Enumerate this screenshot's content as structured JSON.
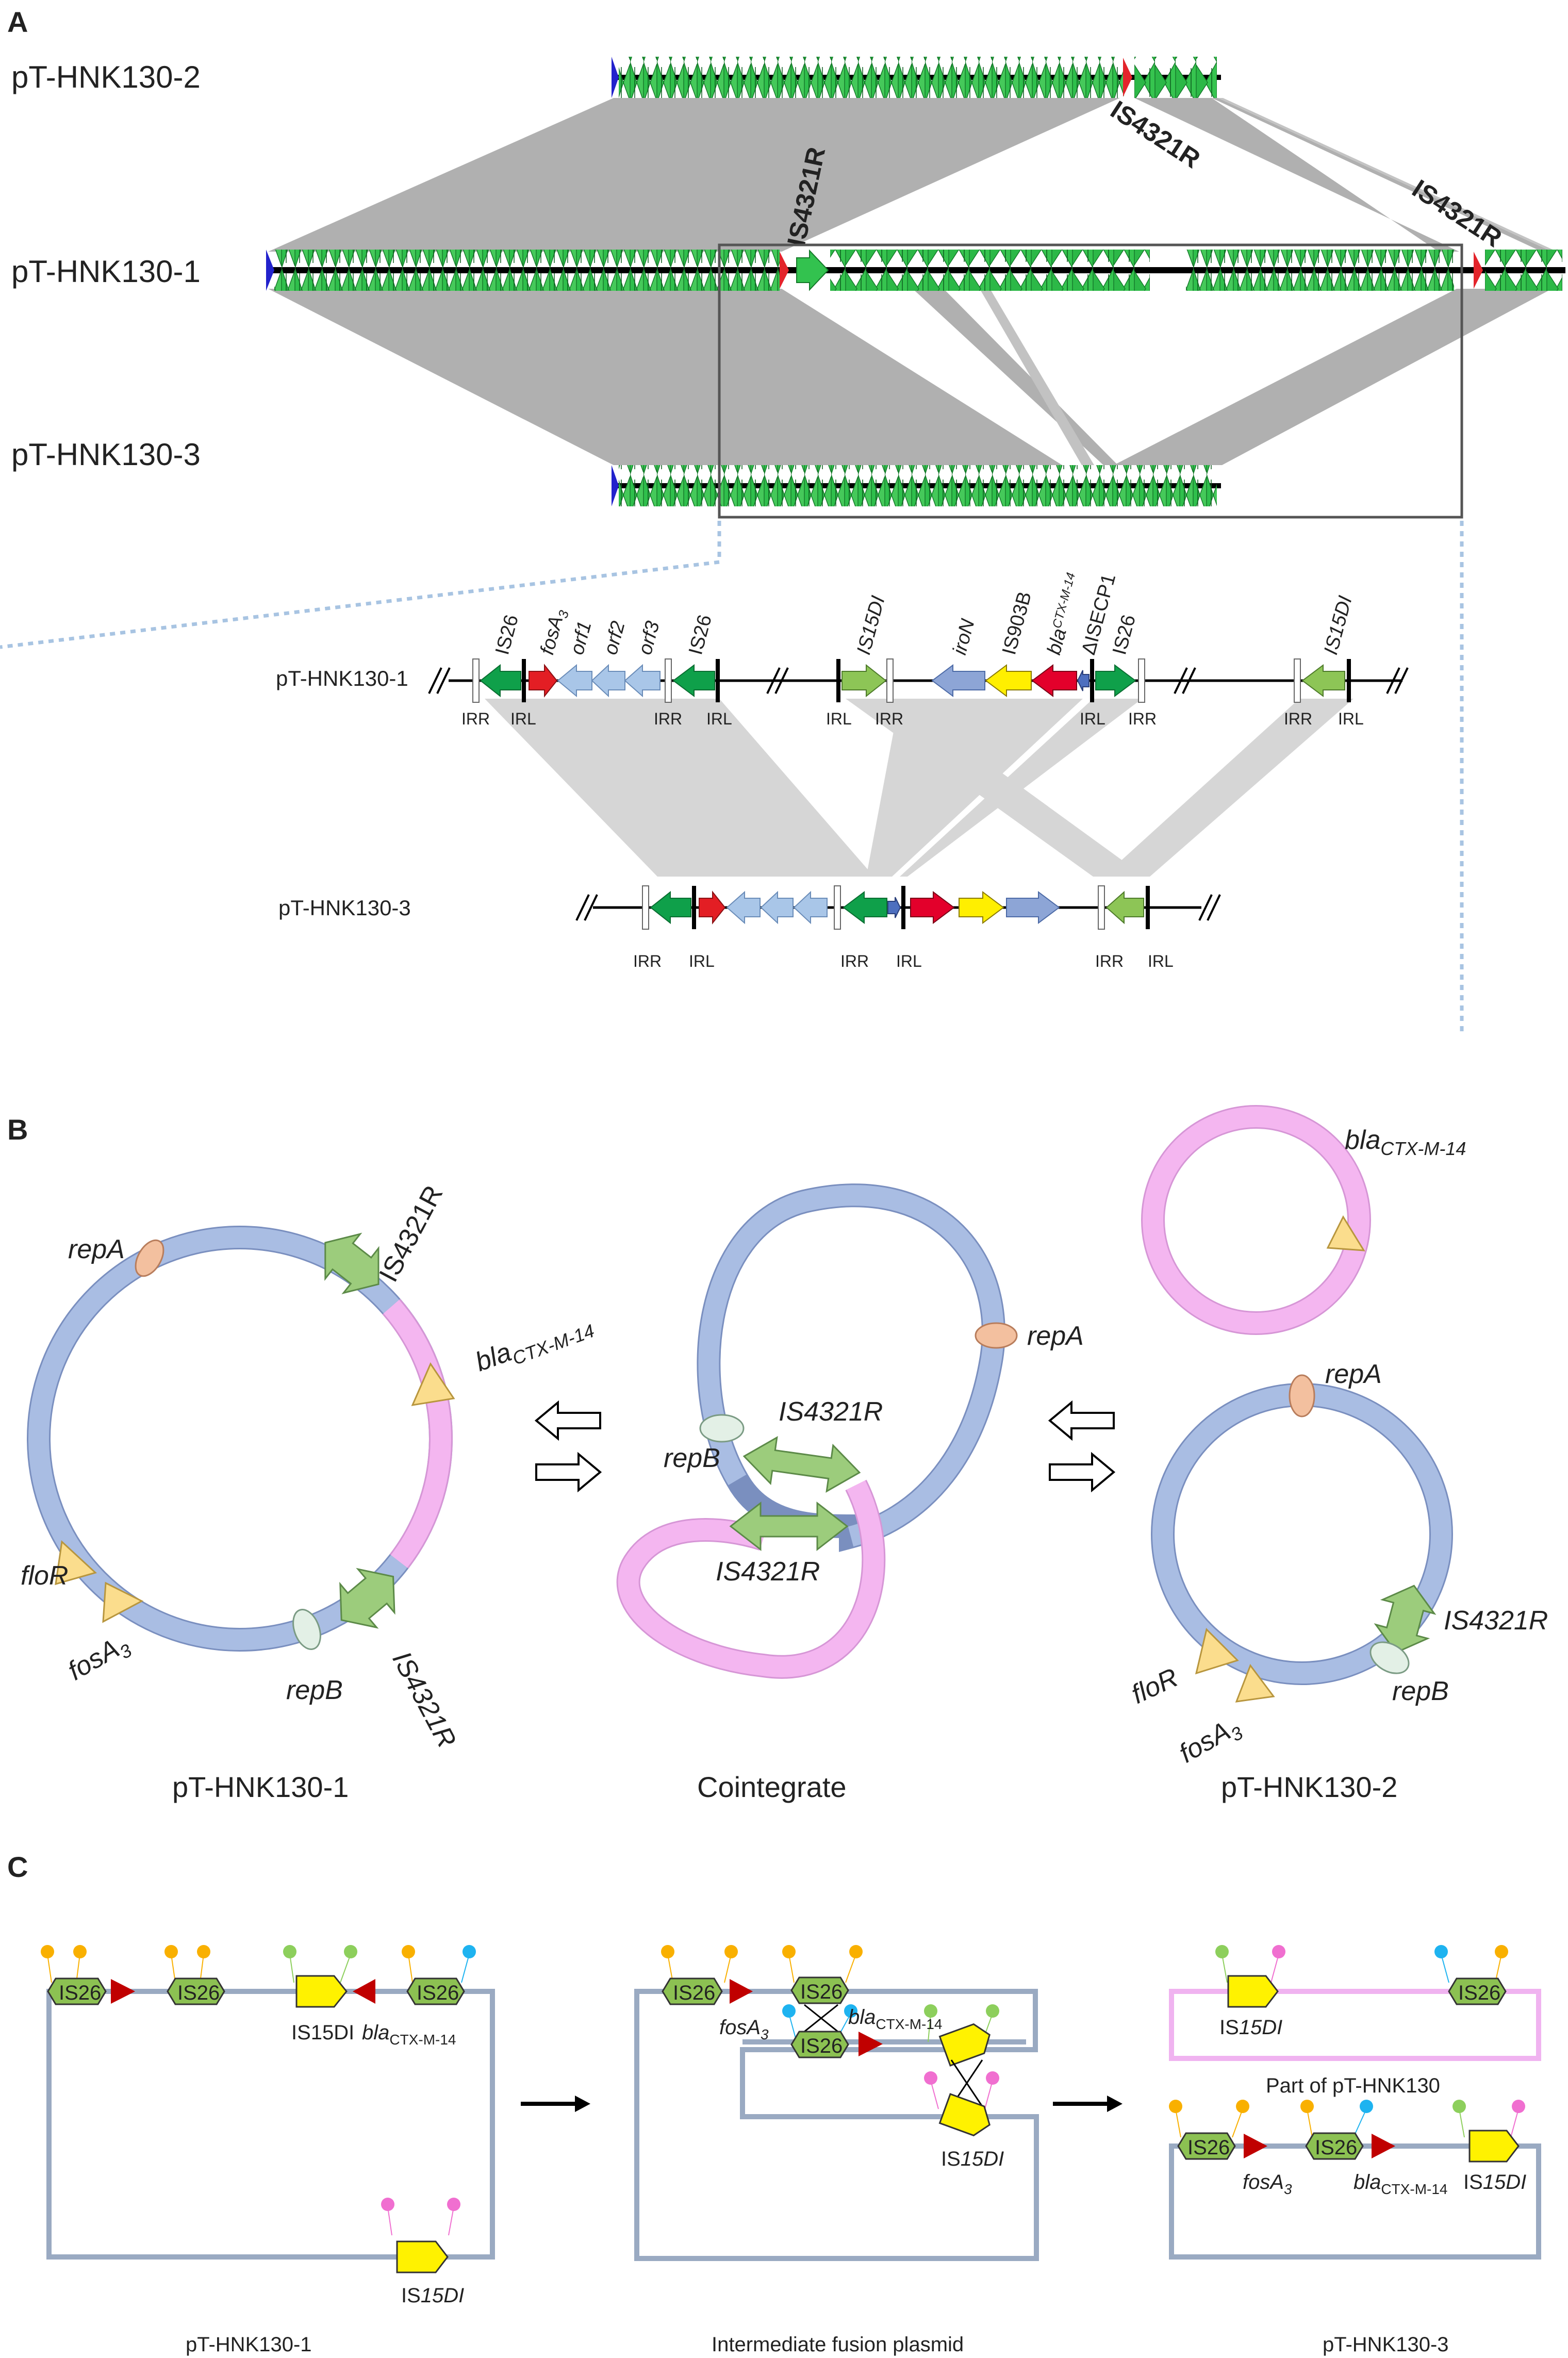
{
  "colors": {
    "orf_green": "#33c24f",
    "orf_green_dark": "#1c8a33",
    "is_red": "#e3242b",
    "end_blue": "#2222cc",
    "homology_grey": "#aaaaaa",
    "homology_light": "#d8d8d8",
    "is26_green": "#0fa04a",
    "fosA_red": "#e31e24",
    "orf_lightblue": "#a9c6e8",
    "is15_green": "#8dc556",
    "iroN_blue": "#8da5d6",
    "is903_yellow": "#ffef00",
    "bla_red": "#e3002b",
    "delta_blue": "#4d6fbf",
    "backbone_blue": "#a9bde3",
    "pink": "#f4b6f0",
    "ellipse_orange": "#f3c09f",
    "ellipse_mint": "#e3f0e6",
    "arrow_green": "#9ccc7c",
    "triangle_yellow": "#fbdd8d",
    "box_line": "#9aaac2",
    "pink_line": "#f0b3f0",
    "hex_green": "#8cc152",
    "hex_yellow": "#fff200",
    "tri_red": "#c00000",
    "dot_orange": "#f9b000",
    "dot_green": "#8dcf5c",
    "dot_cyan": "#1eb3f0",
    "dot_pink": "#f06fd0"
  },
  "panels": {
    "a": "A",
    "b": "B",
    "c": "C"
  },
  "panel_a": {
    "top_tracks": {
      "p2": "pT-HNK130-2",
      "p1": "pT-HNK130-1",
      "p3": "pT-HNK130-3"
    },
    "is_labels": {
      "p2_is": "IS4321R",
      "p1_is_left": "IS4321R",
      "p1_is_right": "IS4321R"
    },
    "detail": {
      "p1_name": "pT-HNK130-1",
      "p3_name": "pT-HNK130-3",
      "genes": {
        "is26_1": "IS26",
        "fosA": "fosA",
        "fosA_sub": "3",
        "orf1": "orf1",
        "orf2": "orf2",
        "orf3": "orf3",
        "is26_2": "IS26",
        "is15_1": "IS15DI",
        "iroN": "iroN",
        "is903": "IS903B",
        "bla": "bla",
        "bla_sub": "CTX-M-14",
        "isecp": "ΔISECP1",
        "is26_3": "IS26",
        "is15_2": "IS15DI"
      },
      "p1_ir": [
        "IRR",
        "IRL",
        "IRR",
        "IRL",
        "IRL",
        "IRR",
        "IRL",
        "IRR",
        "IRR",
        "IRL"
      ],
      "p3_ir": [
        "IRR",
        "IRL",
        "IRR",
        "IRL",
        "IRR",
        "IRL"
      ]
    }
  },
  "panel_b": {
    "left": {
      "repA": "repA",
      "is_top": "IS4321R",
      "bla": "bla",
      "bla_sub": "CTX-M-14",
      "floR": "floR",
      "fosA": "fosA",
      "fosA_sub": "3",
      "repB": "repB",
      "is_bottom": "IS4321R",
      "caption": "pT-HNK130-1"
    },
    "middle": {
      "repA": "repA",
      "is_top": "IS4321R",
      "repB": "repB",
      "is_bottom": "IS4321R",
      "caption": "Cointegrate"
    },
    "right": {
      "bla": "bla",
      "bla_sub": "CTX-M-14",
      "repA": "repA",
      "is": "IS4321R",
      "floR": "floR",
      "fosA": "fosA",
      "fosA_sub": "3",
      "repB": "repB",
      "caption": "pT-HNK130-2"
    }
  },
  "panel_c": {
    "left": {
      "is26_a": "IS26",
      "is26_b": "IS26",
      "is26_c": "IS26",
      "is15_top": "IS15DI",
      "bla": "bla",
      "bla_sub": "CTX-M-14",
      "is15_bottom_pre": "IS",
      "is15_bottom_it": "15DI",
      "caption": "pT-HNK130-1"
    },
    "middle": {
      "is26_a": "IS26",
      "fosA": "fosA",
      "fosA_sub": "3",
      "is26_b": "IS26",
      "is26_c": "IS26",
      "bla": "bla",
      "bla_sub": "CTX-M-14",
      "is15_pre": "IS",
      "is15_it": "15DI",
      "caption": "Intermediate fusion plasmid"
    },
    "right": {
      "top_is15_pre": "IS",
      "top_is15_it": "15DI",
      "top_is26": "IS26",
      "part_caption": "Part of pT-HNK130",
      "is26_a": "IS26",
      "fosA": "fosA",
      "fosA_sub": "3",
      "is26_b": "IS26",
      "bla": "bla",
      "bla_sub": "CTX-M-14",
      "is15_pre": "IS",
      "is15_it": "15DI",
      "caption": "pT-HNK130-3"
    }
  }
}
